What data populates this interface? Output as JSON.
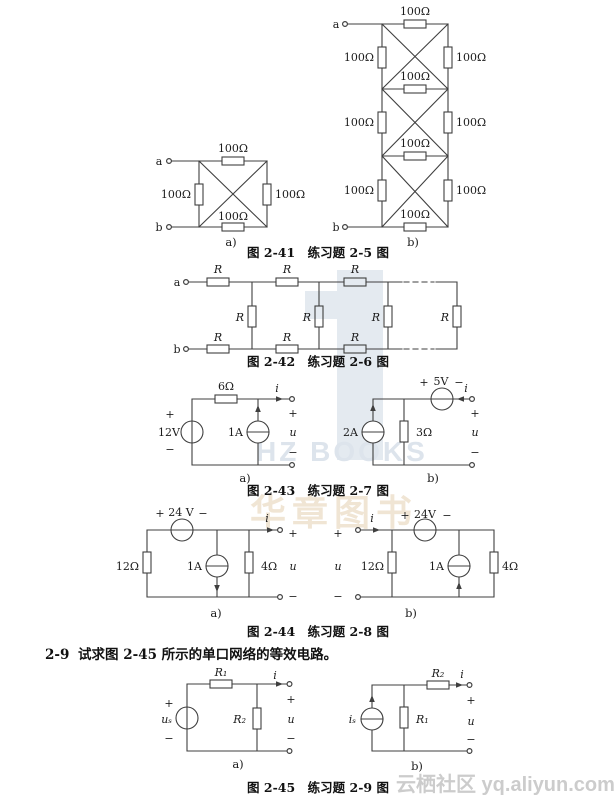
{
  "watermark": {
    "hz_books": "HZ BOOKS",
    "huazhang": "华章图书",
    "yunqi": "云栖社区 yq.aliyun.com"
  },
  "sym": {
    "plus": "+",
    "minus": "−",
    "i": "i",
    "u": "u",
    "a": "a",
    "b": "b",
    "sub_a": "a)",
    "sub_b": "b)"
  },
  "fig241": {
    "ohm": "100Ω",
    "caption": "图 2-41　练习题 2-5 图"
  },
  "fig242": {
    "r": "R",
    "caption": "图 2-42　练习题 2-6 图"
  },
  "fig243": {
    "v12": "12V",
    "r6": "6Ω",
    "a1": "1A",
    "a2": "2A",
    "v5": "5V",
    "r3": "3Ω",
    "caption": "图 2-43　练习题 2-7 图"
  },
  "fig244": {
    "r12": "12Ω",
    "v24_a": "24 V",
    "v24_b": "24V",
    "a1": "1A",
    "r4": "4Ω",
    "caption": "图 2-44　练习题 2-8 图"
  },
  "problem29": {
    "number": "2-9",
    "text": "试求图 2-45 所示的单口网络的等效电路。"
  },
  "fig245": {
    "r1": "R₁",
    "r2": "R₂",
    "us": "uₛ",
    "is": "iₛ",
    "caption": "图 2-45　练习题 2-9 图"
  }
}
